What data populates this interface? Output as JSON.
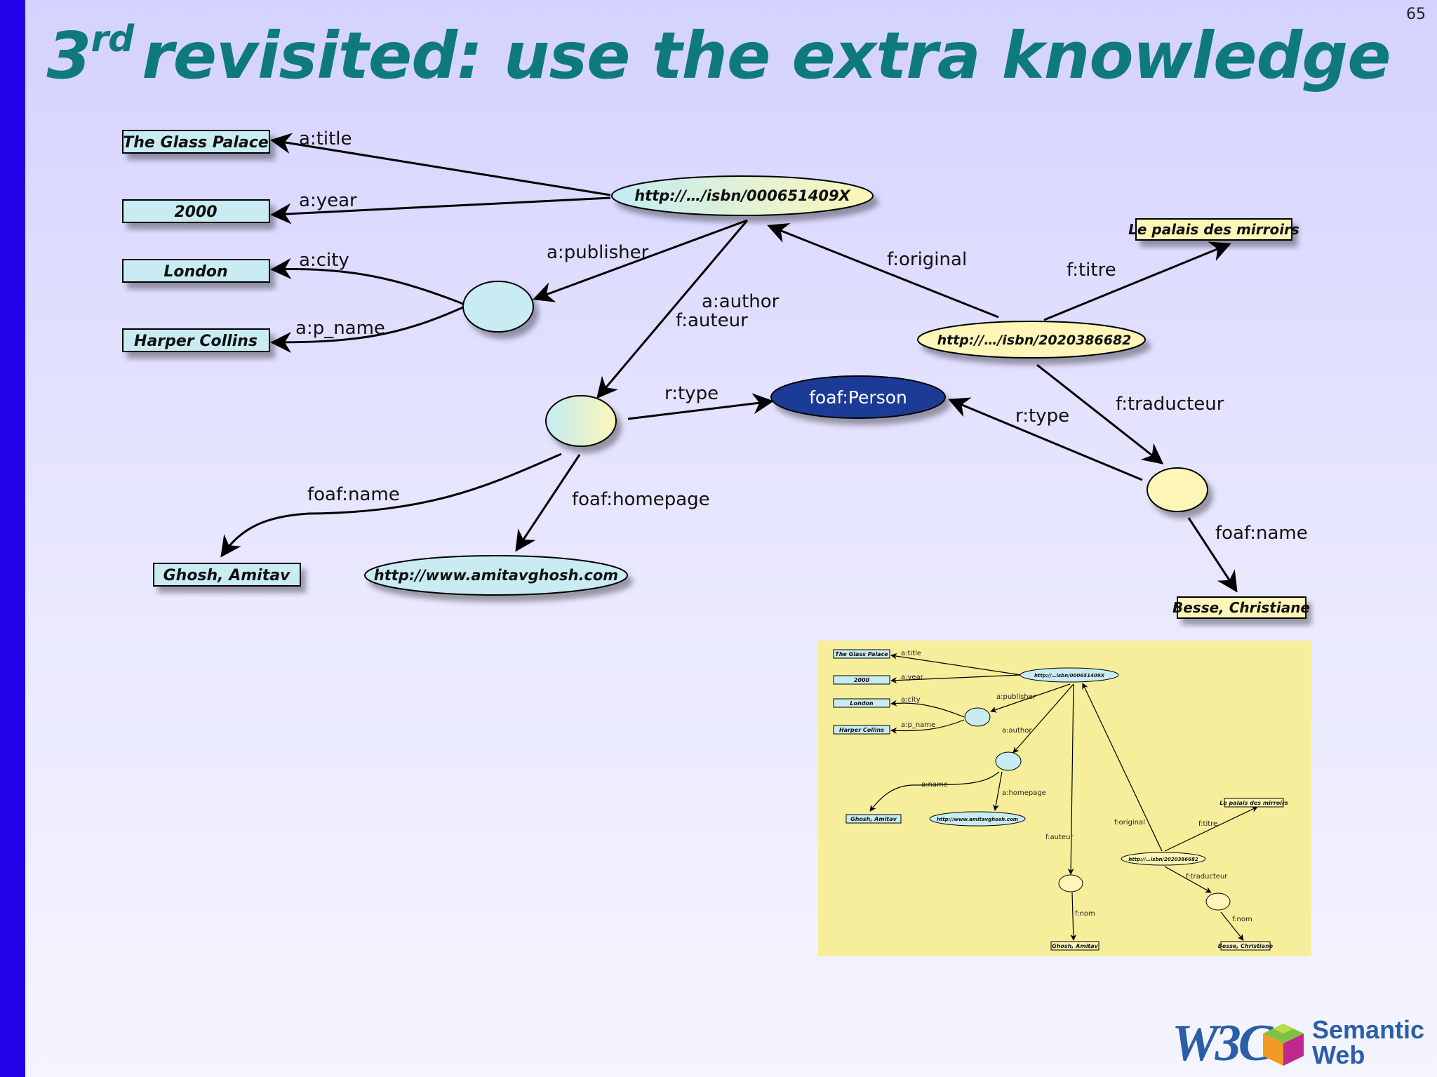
{
  "slide": {
    "number": "65",
    "title_prefix": "3",
    "title_sup": "rd",
    "title_rest": "revisited: use the extra knowledge"
  },
  "literals": {
    "glass_palace": "The Glass Palace",
    "year": "2000",
    "london": "London",
    "harper": "Harper Collins",
    "ghosh": "Ghosh, Amitav",
    "palais": "Le palais des mirroirs",
    "besse": "Besse, Christiane"
  },
  "resources": {
    "isbn_en": "http://…/isbn/000651409X",
    "isbn_fr": "http://…/isbn/2020386682",
    "homepage": "http://www.amitavghosh.com",
    "person": "foaf:Person"
  },
  "edges": {
    "title": "a:title",
    "year": "a:year",
    "city": "a:city",
    "p_name": "a:p_name",
    "publisher": "a:publisher",
    "author": "a:author",
    "auteur": "f:auteur",
    "original": "f:original",
    "titre": "f:titre",
    "rtype1": "r:type",
    "rtype2": "r:type",
    "traducteur": "f:traducteur",
    "foafname1": "foaf:name",
    "foafname2": "foaf:name",
    "homepage": "foaf:homepage"
  },
  "inset": {
    "glass_palace": "The Glass Palace",
    "year": "2000",
    "london": "London",
    "harper": "Harper Collins",
    "ghosh": "Ghosh, Amitav",
    "homepage": "http://www.amitavghosh.com",
    "isbn_en": "http://…isbn/000651409X",
    "isbn_fr": "http://…isbn/2020386682",
    "palais": "Le palais des mirroirs",
    "besse": "Besse, Christiane",
    "e_title": "a:title",
    "e_year": "a:year",
    "e_city": "a:city",
    "e_pname": "a:p_name",
    "e_publisher": "a:publisher",
    "e_author": "a:author",
    "e_name": "a:name",
    "e_homepage": "a:homepage",
    "e_auteur": "f:auteur",
    "e_original": "f:original",
    "e_titre": "f:titre",
    "e_traducteur": "f:traducteur",
    "e_nom1": "f:nom",
    "e_nom2": "f:nom"
  },
  "logo": {
    "w3c": "W3C",
    "line1": "Semantic",
    "line2": "Web"
  },
  "colors": {
    "title": "#0f7a7e",
    "left_bar": "#2200e8",
    "literal_box": "#c9ecf2",
    "literal_box_yellow": "#fdf6b8",
    "person_node": "#1e3a96",
    "inset_bg": "#f6ee9a"
  }
}
